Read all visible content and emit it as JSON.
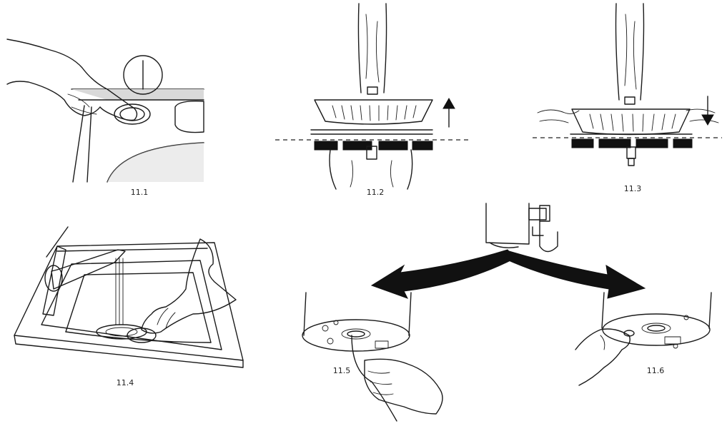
{
  "figures": [
    {
      "id": "11.1",
      "caption": "11.1"
    },
    {
      "id": "11.2",
      "caption": "11.2"
    },
    {
      "id": "11.3",
      "caption": "11.3"
    },
    {
      "id": "11.4",
      "caption": "11.4"
    },
    {
      "id": "11.5",
      "caption": "11.5"
    },
    {
      "id": "11.6",
      "caption": "11.6"
    }
  ],
  "colors": {
    "ink": "#1a1a1a",
    "background": "#ffffff"
  }
}
